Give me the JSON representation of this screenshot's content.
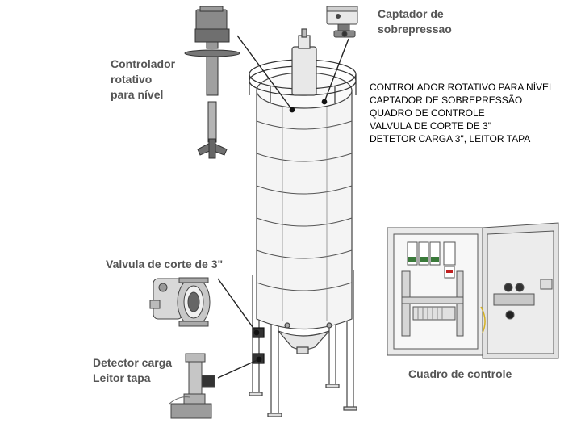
{
  "labels": {
    "rotary_controller": [
      "Controlador",
      "rotativo",
      "para nível"
    ],
    "overpressure_sensor": [
      "Captador de",
      "sobrepressao"
    ],
    "cut_valve": "Valvula de corte de 3\"",
    "load_detector": [
      "Detector carga",
      "Leitor tapa"
    ],
    "control_panel": "Cuadro de controle"
  },
  "component_list": [
    "CONTROLADOR ROTATIVO PARA NÍVEL",
    "CAPTADOR DE SOBREPRESSÃO",
    "QUADRO DE CONTROLE",
    "VALVULA DE CORTE DE 3\"",
    "DETETOR CARGA 3\", LEITOR TAPA"
  ],
  "colors": {
    "label_text": "#555555",
    "line": "#222222",
    "panel_green": "#3a7a3a",
    "panel_red": "#c02020"
  }
}
